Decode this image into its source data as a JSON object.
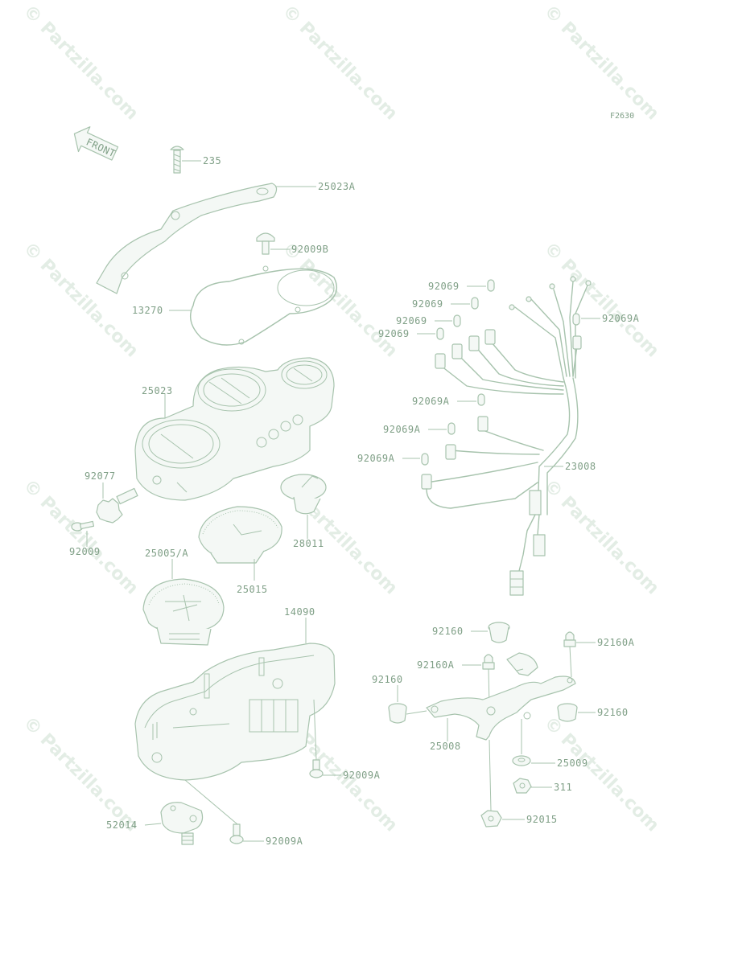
{
  "figure_code": "F2630",
  "front_arrow_label": "FRONT",
  "watermark_text": "© Partzilla.com",
  "colors": {
    "line": "#a7c3ad",
    "label": "#7f9f86",
    "watermark": "#e3ede5"
  },
  "callouts": {
    "235": "235",
    "25023A": "25023A",
    "92009B": "92009B",
    "13270": "13270",
    "25023": "25023",
    "92077": "92077",
    "92009": "92009",
    "28011": "28011",
    "25005A": "25005/A",
    "25015": "25015",
    "14090": "14090",
    "92009A_1": "92009A",
    "92009A_2": "92009A",
    "52014": "52014",
    "92069_1": "92069",
    "92069_2": "92069",
    "92069_3": "92069",
    "92069_4": "92069",
    "92069A_1": "92069A",
    "92069A_2": "92069A",
    "92069A_3": "92069A",
    "92069A_4": "92069A",
    "23008": "23008",
    "92160_1": "92160",
    "92160A_1": "92160A",
    "92160A_2": "92160A",
    "92160_2": "92160",
    "92160_3": "92160",
    "25008": "25008",
    "25009": "25009",
    "311": "311",
    "92015": "92015"
  }
}
